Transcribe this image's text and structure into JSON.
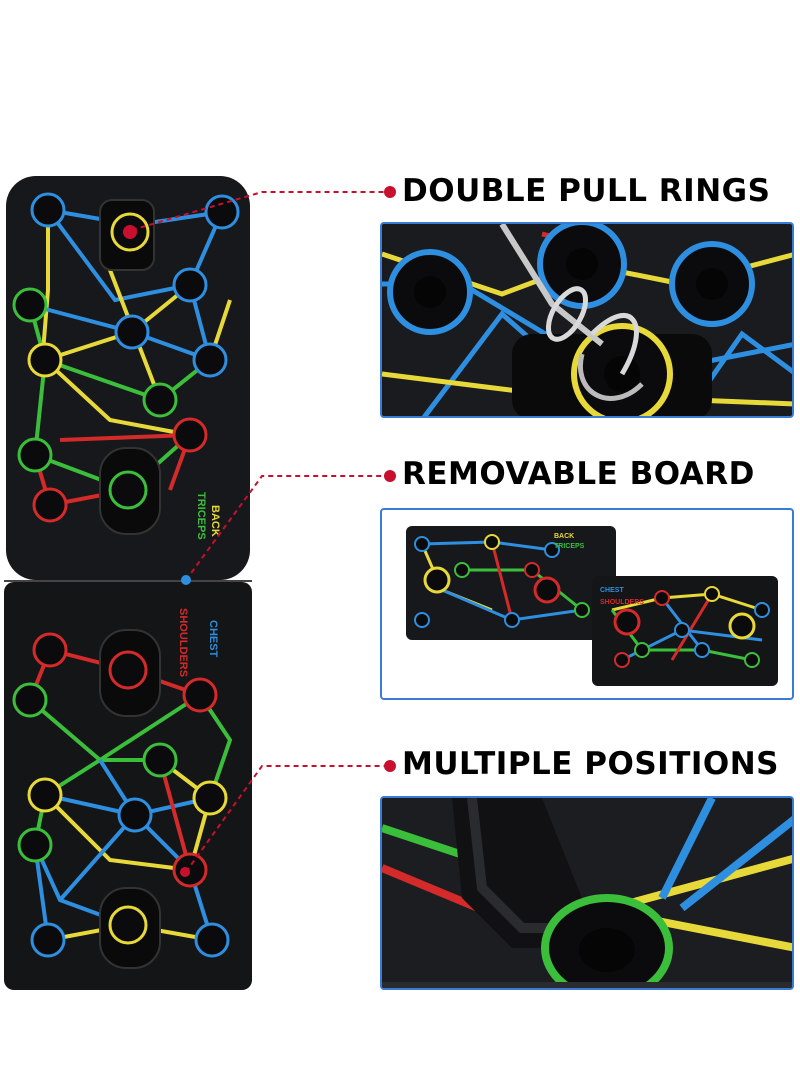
{
  "features": [
    {
      "label": "DOUBLE PULL RINGS"
    },
    {
      "label": "REMOVABLE BOARD"
    },
    {
      "label": "MULTIPLE POSITIONS"
    }
  ],
  "board_labels": {
    "top_line1": "BACK",
    "top_line2": "TRICEPS",
    "bottom_line1": "CHEST",
    "bottom_line2": "SHOULDERS"
  },
  "colors": {
    "board": "#17181b",
    "blue": "#2e8fe0",
    "yellow": "#e8d93a",
    "green": "#3bbf3b",
    "red": "#d42a2a",
    "pointer": "#c8102e",
    "panel_border": "#3a7bd5"
  }
}
